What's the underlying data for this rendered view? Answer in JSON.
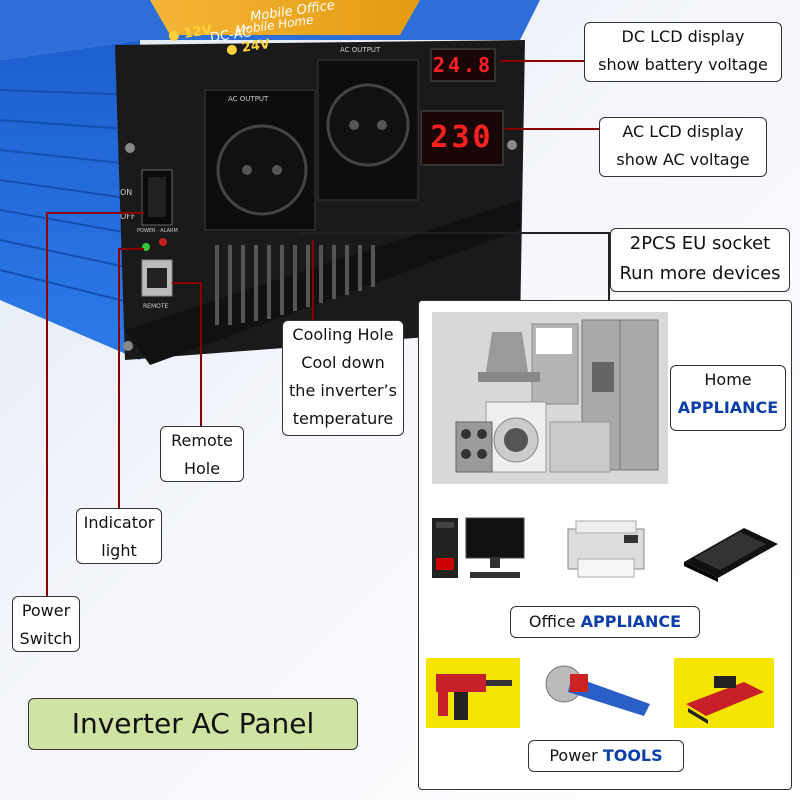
{
  "device": {
    "top_label_1": "Mobile Office",
    "top_label_2": "Mobile Home",
    "mode_label": "DC-AC",
    "voltage_12": "12V",
    "voltage_24": "24V",
    "ac_output_label_1": "AC OUTPUT",
    "ac_output_label_2": "AC OUTPUT",
    "switch_on": "ON",
    "switch_off": "OFF",
    "led_label": "POWER · ALARM",
    "remote_label": "REMOTE",
    "dc_lcd_value": "24.8",
    "ac_lcd_value": "230"
  },
  "callouts": {
    "dc_lcd": [
      "DC LCD display",
      "show battery voltage"
    ],
    "ac_lcd": [
      "AC LCD display",
      "show AC voltage"
    ],
    "eu_socket": [
      "2PCS EU socket",
      "Run more devices"
    ],
    "cooling": [
      "Cooling Hole",
      "Cool down",
      "the inverter’s",
      "temperature"
    ],
    "remote": [
      "Remote",
      "Hole"
    ],
    "indicator": [
      "Indicator",
      "light"
    ],
    "power_switch": [
      "Power",
      "Switch"
    ]
  },
  "applications": {
    "home_prefix": "Home",
    "home_highlight": "APPLIANCE",
    "office_prefix": "Office",
    "office_highlight": "APPLIANCE",
    "tools_prefix": "Power",
    "tools_highlight": "TOOLS"
  },
  "title": "Inverter AC Panel",
  "colors": {
    "device_blue": "#2f6fd6",
    "highlight": "#0b3ea8",
    "title_bg": "#cfe3a3",
    "lcd_red": "#ff2020",
    "leader_line": "#8a0000"
  }
}
